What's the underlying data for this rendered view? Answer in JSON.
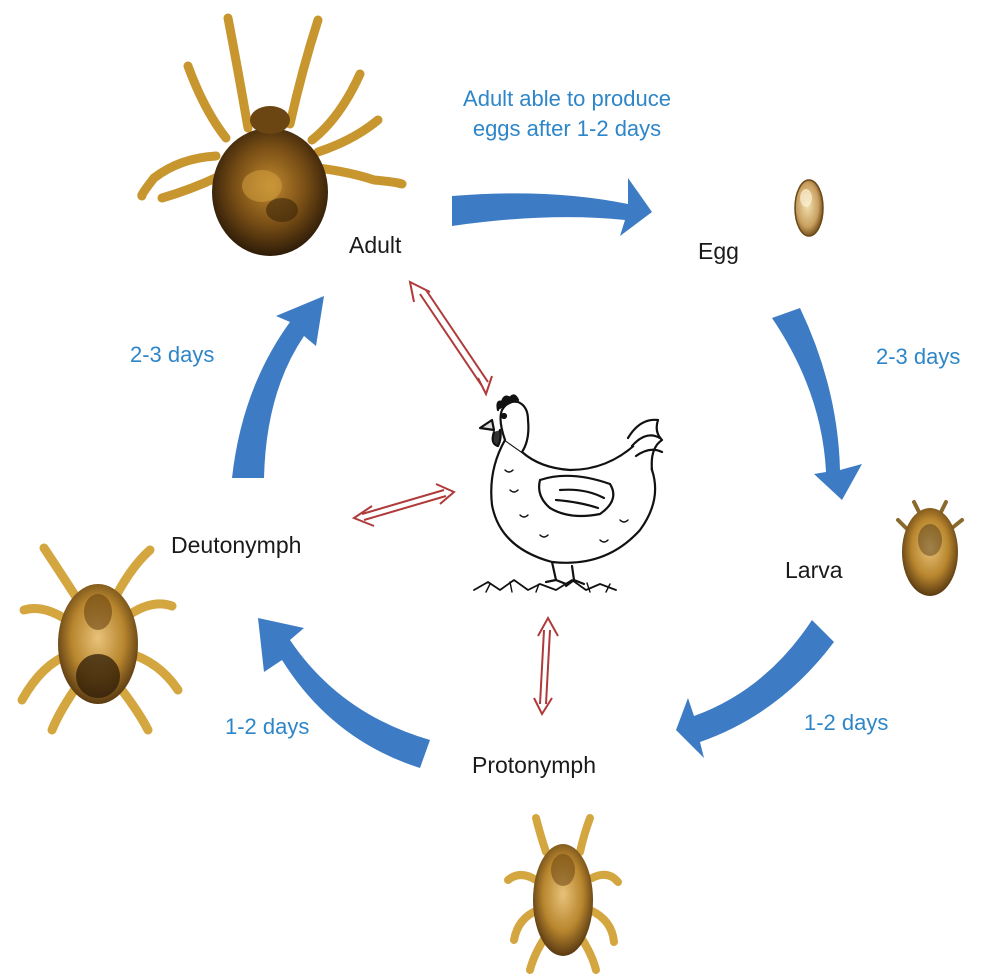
{
  "stages": {
    "adult": "Adult",
    "egg": "Egg",
    "larva": "Larva",
    "protonymph": "Protonymph",
    "deutonymph": "Deutonymph"
  },
  "durations": {
    "adult_to_egg_line1": "Adult able to produce",
    "adult_to_egg_line2": "eggs after 1-2 days",
    "egg_to_larva": "2-3 days",
    "larva_to_protonymph": "1-2 days",
    "protonymph_to_deutonymph": "1-2 days",
    "deutonymph_to_adult": "2-3 days"
  },
  "colors": {
    "cycle_arrow": "#3d7cc4",
    "host_arrow": "#b03a3a",
    "duration_text": "#2e86c8",
    "mite_body": "#5a3a12",
    "mite_leg": "#c8962e"
  },
  "icons": {
    "host": "hen-icon",
    "adult": "adult-mite-icon",
    "egg": "mite-egg-icon",
    "larva": "larva-mite-icon",
    "protonymph": "protonymph-mite-icon",
    "deutonymph": "deutonymph-mite-icon"
  }
}
